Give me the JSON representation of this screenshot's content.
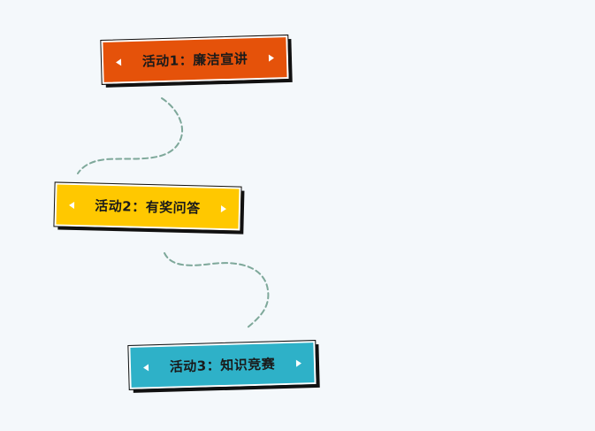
{
  "activities": [
    {
      "label": "活动1：廉洁宣讲",
      "color": "#e5520a"
    },
    {
      "label": "活动2：有奖问答",
      "color": "#ffc800"
    },
    {
      "label": "活动3：知识竞赛",
      "color": "#2eb1c8"
    }
  ],
  "connector": {
    "color": "#7ea89a",
    "style": "dashed"
  }
}
